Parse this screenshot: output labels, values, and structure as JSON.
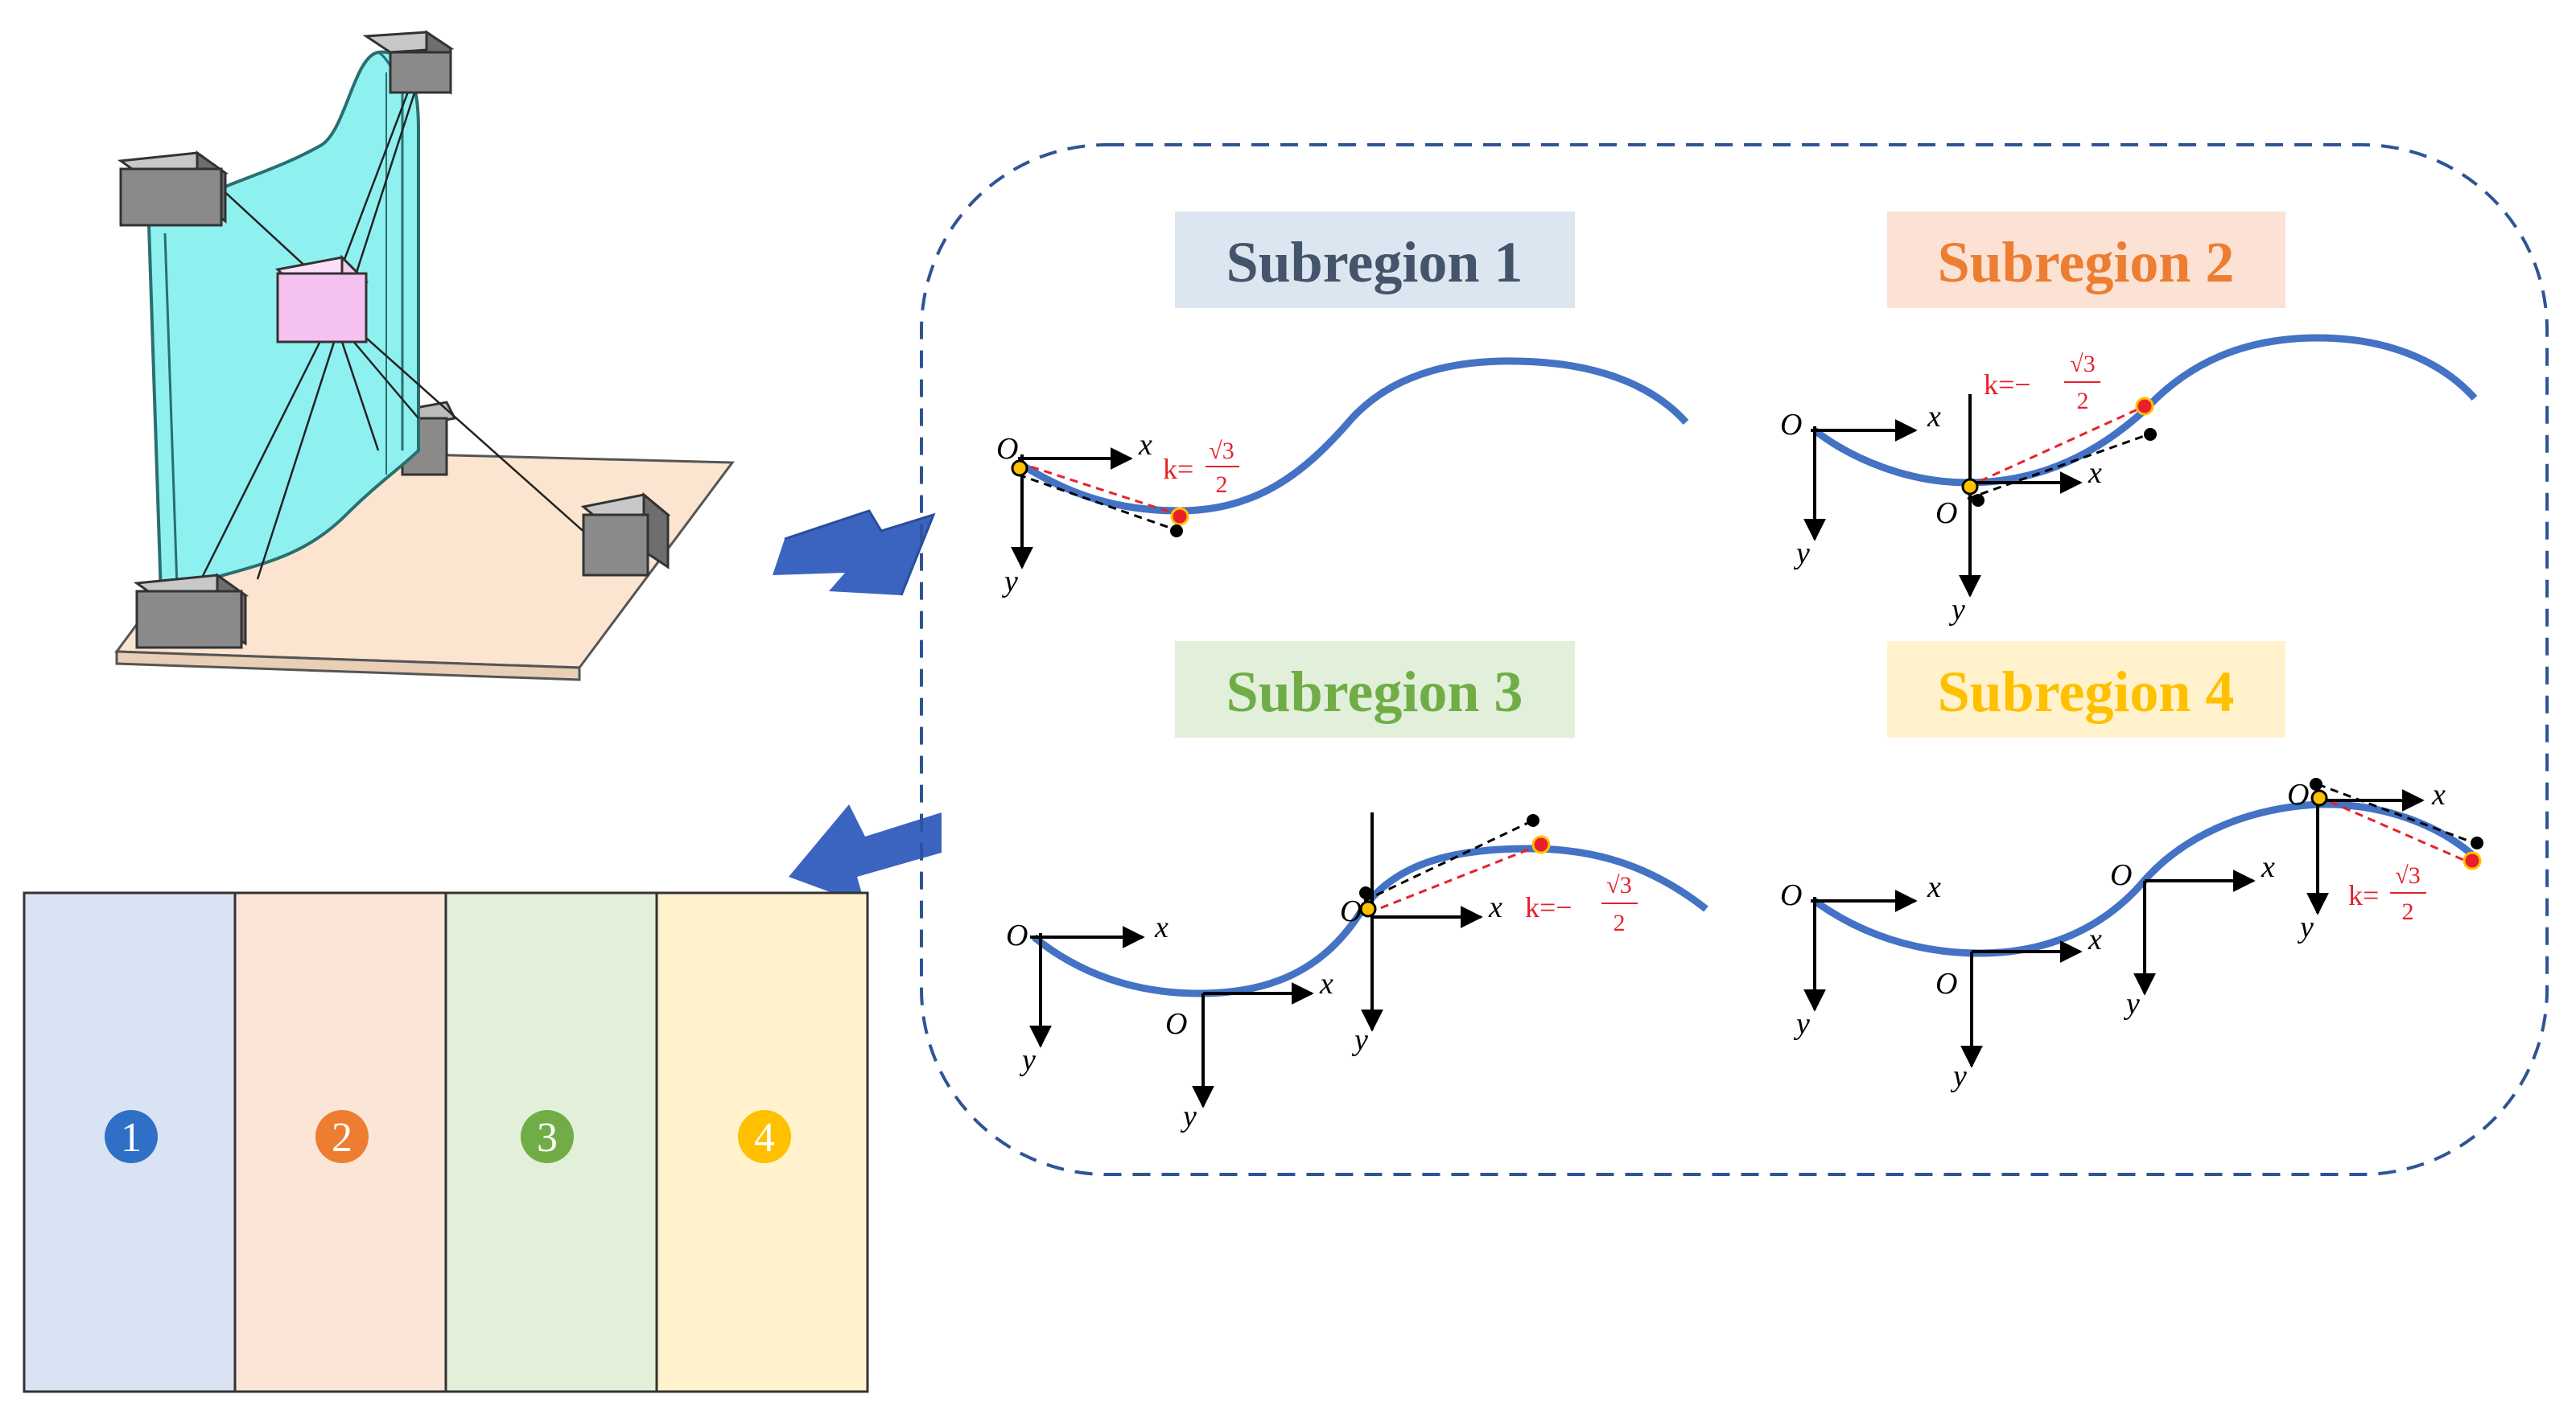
{
  "subregions": [
    {
      "id": "1",
      "label": "Subregion 1",
      "label_color": "#44546a",
      "label_bg": "#dce6f1",
      "panel_color": "#dae3f3",
      "badge_color": "#2f6fc6"
    },
    {
      "id": "2",
      "label": "Subregion 2",
      "label_color": "#ed7d31",
      "label_bg": "#fbe2d5",
      "panel_color": "#fbe5d6",
      "badge_color": "#ed7d31"
    },
    {
      "id": "3",
      "label": "Subregion 3",
      "label_color": "#70ad47",
      "label_bg": "#e2efda",
      "panel_color": "#e2f0d9",
      "badge_color": "#70ad47"
    },
    {
      "id": "4",
      "label": "Subregion 4",
      "label_color": "#ffc000",
      "label_bg": "#fff2cc",
      "panel_color": "#fff2cc",
      "badge_color": "#ffc000"
    }
  ],
  "axes": {
    "origin": "O",
    "x": "x",
    "y": "y"
  },
  "slopes": {
    "s1": {
      "prefix": "k=",
      "num": "√3",
      "den": "2"
    },
    "s2": {
      "prefix": "k=−",
      "num": "√3",
      "den": "2"
    },
    "s3": {
      "prefix": "k=−",
      "num": "√3",
      "den": "2"
    },
    "s4": {
      "prefix": "k=",
      "num": "√3",
      "den": "2"
    }
  },
  "colors": {
    "curve": "#4472c4",
    "arrow": "#3a64c0",
    "dashed_frame": "#2f5496",
    "membrane": "#8ff0f0",
    "base_plate": "#fbe5d0",
    "camera_block": "#808080",
    "target_cube": "#f5c2f0",
    "slope_line": "#e8202a"
  }
}
